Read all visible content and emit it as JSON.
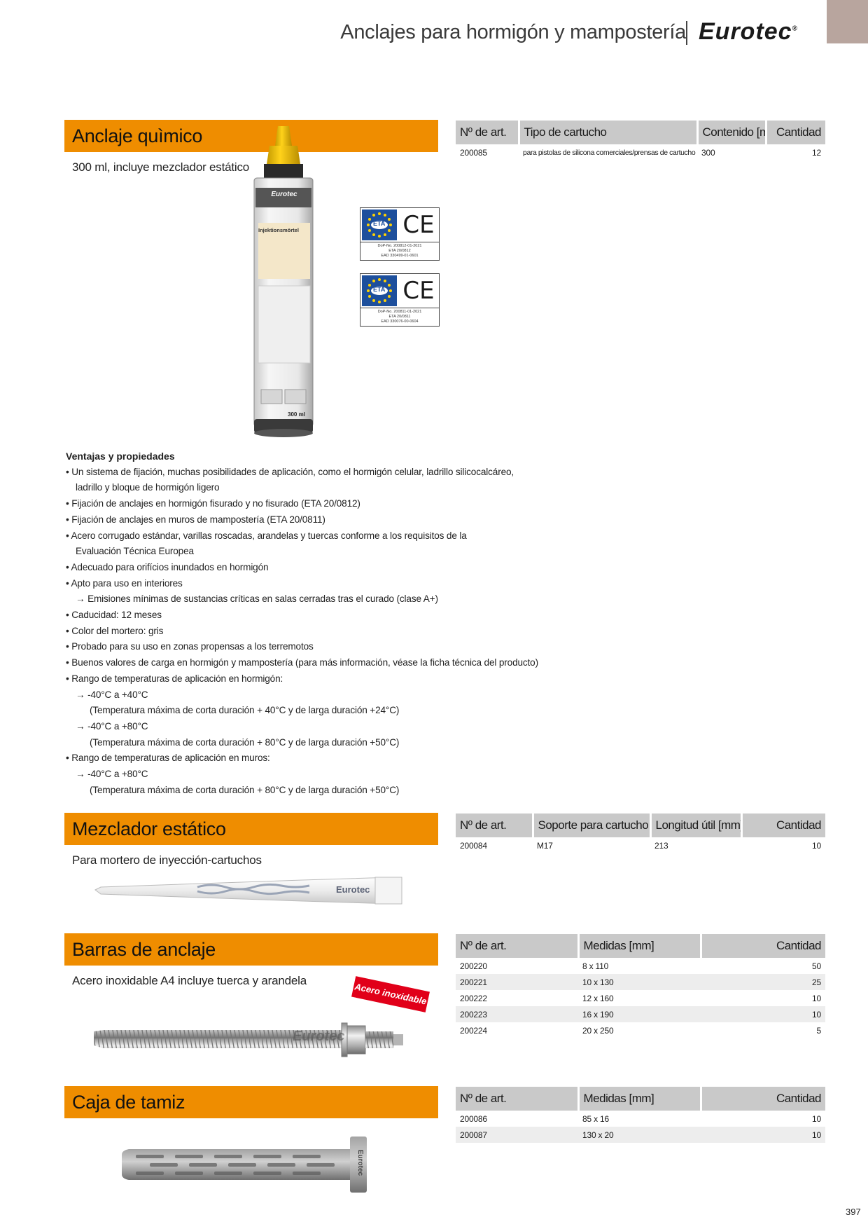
{
  "header": {
    "title": "Anclajes para hormigón y mampostería",
    "brand": "Eurotec",
    "registered": "®"
  },
  "sections": [
    {
      "title": "Anclaje quìmico",
      "subtitle": "300 ml, incluye mezclador estático",
      "table": {
        "headers": [
          "Nº de art.",
          "Tipo de cartucho",
          "Contenido [ml]",
          "Cantidad"
        ],
        "rows": [
          [
            "200085",
            "para pistolas de silicona comerciales/prensas de cartucho",
            "300",
            "12"
          ]
        ]
      }
    },
    {
      "title": "Mezclador estático",
      "subtitle": "Para mortero de inyección-cartuchos",
      "table": {
        "headers": [
          "Nº de art.",
          "Soporte para cartucho",
          "Longitud útil [mm]",
          "Cantidad"
        ],
        "rows": [
          [
            "200084",
            "M17",
            "213",
            "10"
          ]
        ]
      }
    },
    {
      "title": "Barras de anclaje",
      "subtitle": "Acero inoxidable A4 incluye tuerca y arandela",
      "badge": "Acero inoxidable",
      "table": {
        "headers": [
          "Nº de art.",
          "Medidas [mm]",
          "Cantidad"
        ],
        "rows": [
          [
            "200220",
            "8 x 110",
            "50"
          ],
          [
            "200221",
            "10 x 130",
            "25"
          ],
          [
            "200222",
            "12 x 160",
            "10"
          ],
          [
            "200223",
            "16 x 190",
            "10"
          ],
          [
            "200224",
            "20 x 250",
            "5"
          ]
        ]
      }
    },
    {
      "title": "Caja de tamiz",
      "subtitle": "",
      "table": {
        "headers": [
          "Nº de art.",
          "Medidas [mm]",
          "Cantidad"
        ],
        "rows": [
          [
            "200086",
            "85 x 16",
            "10"
          ],
          [
            "200087",
            "130 x 20",
            "10"
          ]
        ]
      }
    }
  ],
  "product_labels": {
    "cartridge_brand": "Eurotec",
    "cartridge_name": "Injektionsmörtel",
    "cartridge_volume": "300 ml",
    "mixer_brand": "Eurotec",
    "rod_brand": "Eurotec",
    "sieve_brand": "Eurotec"
  },
  "certificates": [
    {
      "label": "ETA",
      "mark": "CE",
      "lines": [
        "DoP-No. 200812-01-2021",
        "ETA 20/0812",
        "EAD 330499-01-0601"
      ]
    },
    {
      "label": "ETA",
      "mark": "CE",
      "lines": [
        "DoP-No. 200811-01-2021",
        "ETA 20/0811",
        "EAD 330076-00-0604"
      ]
    }
  ],
  "advantages": {
    "title": "Ventajas y propiedades",
    "lines": [
      {
        "text": "• Un sistema de fijación, muchas posibilidades de aplicación, como el hormigón celular, ladrillo silicocalcáreo,",
        "indent": 0
      },
      {
        "text": "ladrillo y bloque de hormigón ligero",
        "indent": 1
      },
      {
        "text": "• Fijación de anclajes en hormigón fisurado y no fisurado (ETA 20/0812)",
        "indent": 0
      },
      {
        "text": "• Fijación de anclajes en muros de mampostería (ETA 20/0811)",
        "indent": 0
      },
      {
        "text": "• Acero corrugado estándar, varillas roscadas, arandelas y tuercas conforme a los requisitos de la",
        "indent": 0
      },
      {
        "text": "Evaluación Técnica Europea",
        "indent": 1
      },
      {
        "text": "• Adecuado para orifícios inundados en hormigón",
        "indent": 0
      },
      {
        "text": "• Apto para uso en interiores",
        "indent": 0
      },
      {
        "text": "→ Emisiones mínimas de sustancias críticas en salas cerradas tras el curado (clase A+)",
        "indent": 1
      },
      {
        "text": "• Caducidad: 12 meses",
        "indent": 0
      },
      {
        "text": "• Color del mortero: gris",
        "indent": 0
      },
      {
        "text": "• Probado para su uso en zonas propensas a los terremotos",
        "indent": 0
      },
      {
        "text": "• Buenos valores de carga en hormigón y mampostería (para más información, véase la ficha técnica del producto)",
        "indent": 0
      },
      {
        "text": "• Rango de temperaturas de aplicación en hormigón:",
        "indent": 0
      },
      {
        "text": "→ -40°C a +40°C",
        "indent": 1
      },
      {
        "text": "(Temperatura máxima de corta duración + 40°C y de larga duración +24°C)",
        "indent": 2
      },
      {
        "text": "→ -40°C a +80°C",
        "indent": 1
      },
      {
        "text": "(Temperatura máxima de corta duración + 80°C y de larga duración +50°C)",
        "indent": 2
      },
      {
        "text": "• Rango de temperaturas de aplicación en muros:",
        "indent": 0
      },
      {
        "text": "→ -40°C a +80°C",
        "indent": 1
      },
      {
        "text": "(Temperatura máxima de corta duración + 80°C y de larga duración +50°C)",
        "indent": 2
      }
    ]
  },
  "page_number": "397",
  "colors": {
    "section_orange": "#ef8d00",
    "table_header_gray": "#c9c9c9",
    "corner_tab": "#b8a59e",
    "badge_red": "#e10019",
    "eu_blue": "#1d4f9c"
  }
}
